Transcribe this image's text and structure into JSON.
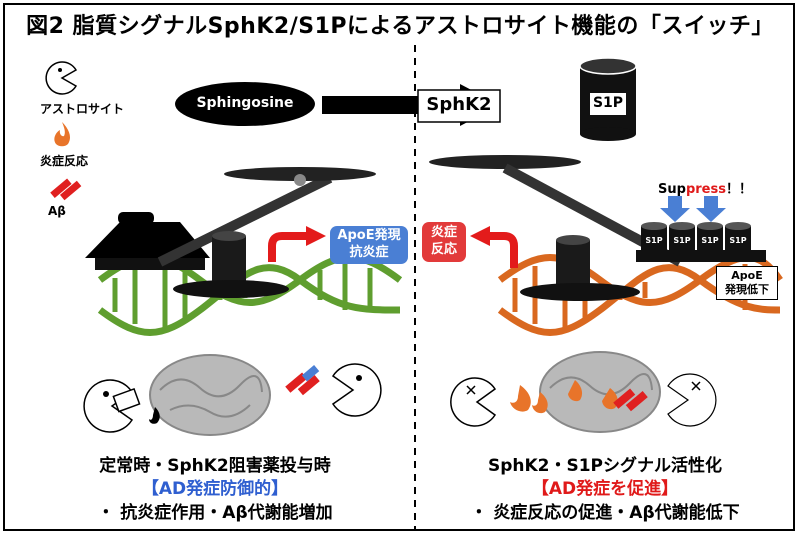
{
  "title": "図2 脂質シグナルSphK2/S1Pによるアストロサイト機能の「スイッチ」",
  "legend": {
    "astrocyte": "アストロサイト",
    "inflammation": "炎症反応",
    "abeta": "Aβ"
  },
  "pathway": {
    "substrate": "Sphingosine",
    "enzyme": "SphK2",
    "product": "S1P"
  },
  "left": {
    "badge_line1": "ApoE発現",
    "badge_line2": "抗炎症",
    "heading": "定常時・SphK2阻害薬投与時",
    "subheading": "【AD発症防御的】",
    "bullet": "・ 抗炎症作用・Aβ代謝能増加"
  },
  "right": {
    "badge_line1": "炎症",
    "badge_line2": "反応",
    "suppress_prefix": "Sup",
    "suppress_red": "press",
    "suppress_suffix": "！！",
    "can_label": "S1P",
    "apoe_line1": "ApoE",
    "apoe_line2": "発現低下",
    "heading": "SphK2・S1Pシグナル活性化",
    "subheading": "【AD発症を促進】",
    "bullet": "・ 炎症反応の促進・Aβ代謝能低下"
  },
  "colors": {
    "left_dna": "#5f9e2f",
    "right_dna": "#d9681f",
    "arrow_red": "#e31b1b",
    "badge_blue": "#4a7fd4",
    "badge_red": "#e23a3a",
    "suppress_arrow": "#4a7fd4"
  }
}
